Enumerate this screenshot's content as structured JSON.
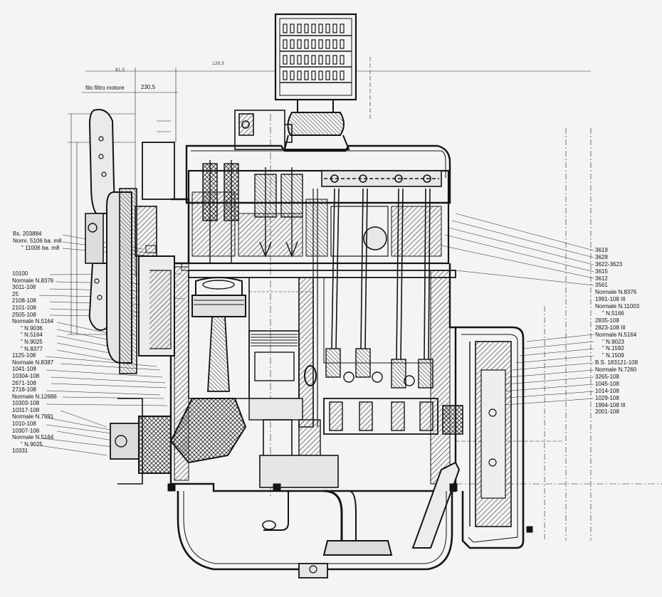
{
  "top_labels": {
    "filtro_label": "filo filtro motore",
    "dim_230": "230,5",
    "dim_81": "81,5",
    "dim_120": "120,5"
  },
  "left_top_labels": [
    "Bs. 203884",
    "Norm. 5106 ba. m8",
    "\" 11006 ba. m8"
  ],
  "left_labels": [
    "10100",
    "Normale N.8376",
    "3011-108",
    "25",
    "2108-108",
    "2101-108",
    "2505-108",
    "Normale N.5164",
    "\" N.9036",
    "\" N.5164",
    "\" N.9025",
    "\" N.8377",
    "1125-108",
    "Normale N.8387",
    "1041-108",
    "10304-108",
    "2671-108",
    "2718-108",
    "Normale N.12686",
    "10303-108",
    "10317-108",
    "Normale N.7991",
    "1010-108",
    "10307-108",
    "Normale N.5164",
    "\" N.9025",
    "10331"
  ],
  "right_labels": [
    "3619",
    "3628",
    "3622-3623",
    "3615",
    "3612",
    "3561",
    "Normale N.8376",
    "1991-108 III",
    "Normale N.11003",
    "\" N.5166",
    "2835-108",
    "2823-108 III",
    "Normale N.5164",
    "\" N.9023",
    "\" N.1592",
    "\" N.1509",
    "B.S. 183121-108",
    "Normale N.7260",
    "3265-108",
    "1045-108",
    "1014-108",
    "1029-108",
    "1994-108 III",
    "2001-108"
  ],
  "colors": {
    "ink": "#141414",
    "paper": "#f4f4f2",
    "hatch": "#555555"
  }
}
